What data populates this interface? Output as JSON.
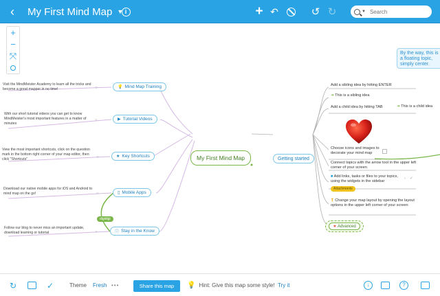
{
  "topbar": {
    "title": "My First Mind Map",
    "search_placeholder": "Search"
  },
  "canvas": {
    "root": "My First Mind Map",
    "floating_topic": "By the way, this is a floating topic, simply center.",
    "left_branches": [
      {
        "label": "Mind Map Training",
        "desc": "Visit the MindMeister Academy to learn all the tricks and become a great mapper in no time!"
      },
      {
        "label": "Tutorial Videos",
        "desc": "With our short tutorial videos you can get to know MindMeister's most important features in a matter of minutes"
      },
      {
        "label": "Key Shortcuts",
        "desc": "View the most important shortcuts, click on the question mark in the bottom right corner of your map editor, then click \"Shortcuts\""
      },
      {
        "label": "Mobile Apps",
        "desc": "Download our native mobile apps for iOS and Android to mind map on the go!"
      },
      {
        "label": "Stay in the Know",
        "desc": "Follow our blog to never miss an important update, download learning or tutorial"
      }
    ],
    "digidigi": "digidigi",
    "getting_started": "Getting started",
    "right_items": [
      "Add a sibling idea by hitting ENTER",
      "This is a sibling idea",
      "Add a child idea by hitting TAB",
      "This is a child idea",
      "Choose icons and images to decorate your mind map",
      "Connect topics with the arrow tool in the upper left corner of your screen",
      "Add links, tasks or files to your topics, using the widgets in the sidebar",
      "Change your map layout by opening the layout options in the upper left corner of your screen"
    ],
    "attachments_tag": "Attachments",
    "advanced": "Advanced"
  },
  "bottombar": {
    "theme_label": "Theme",
    "theme_value": "Fresh",
    "more": "•••",
    "share": "Share this map",
    "hint": "Hint: Give this map some style!",
    "hint_link": "Try it"
  },
  "colors": {
    "accent": "#2aa3e5",
    "root_green": "#7ab648"
  }
}
